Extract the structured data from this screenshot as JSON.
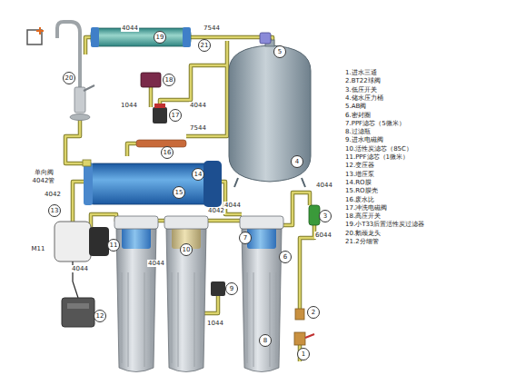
{
  "diagram": {
    "labels": [
      "1.进水三通",
      "2.BT22球阀",
      "3.低压开关",
      "4.储水压力桶",
      "5.AB阀",
      "6.密封圈",
      "7.PPF滤芯（5微米）",
      "8.过滤瓶",
      "9.进水电磁阀",
      "10.活性炭滤芯（85C）",
      "11.PPF滤芯（1微米）",
      "12.变压器",
      "13.增压泵",
      "14.RO膜",
      "15.RO膜壳",
      "16.废水比",
      "17.冲洗电磁阀",
      "18.高压开关",
      "19.小T33后置活性炭过滤器",
      "20.鹅颈龙头",
      "21.2分细管",
      "4044",
      "7544",
      "1044",
      "4044",
      "7544",
      "单向阀",
      "4042管",
      "4042",
      "4042",
      "4044",
      "6044",
      "M11",
      "4044",
      "4044",
      "4044",
      "1044",
      "1",
      "2",
      "3",
      "4",
      "5",
      "6",
      "7",
      "8",
      "9",
      "10",
      "11",
      "12",
      "13",
      "14",
      "15",
      "16",
      "17",
      "18",
      "19",
      "20",
      "21"
    ]
  }
}
